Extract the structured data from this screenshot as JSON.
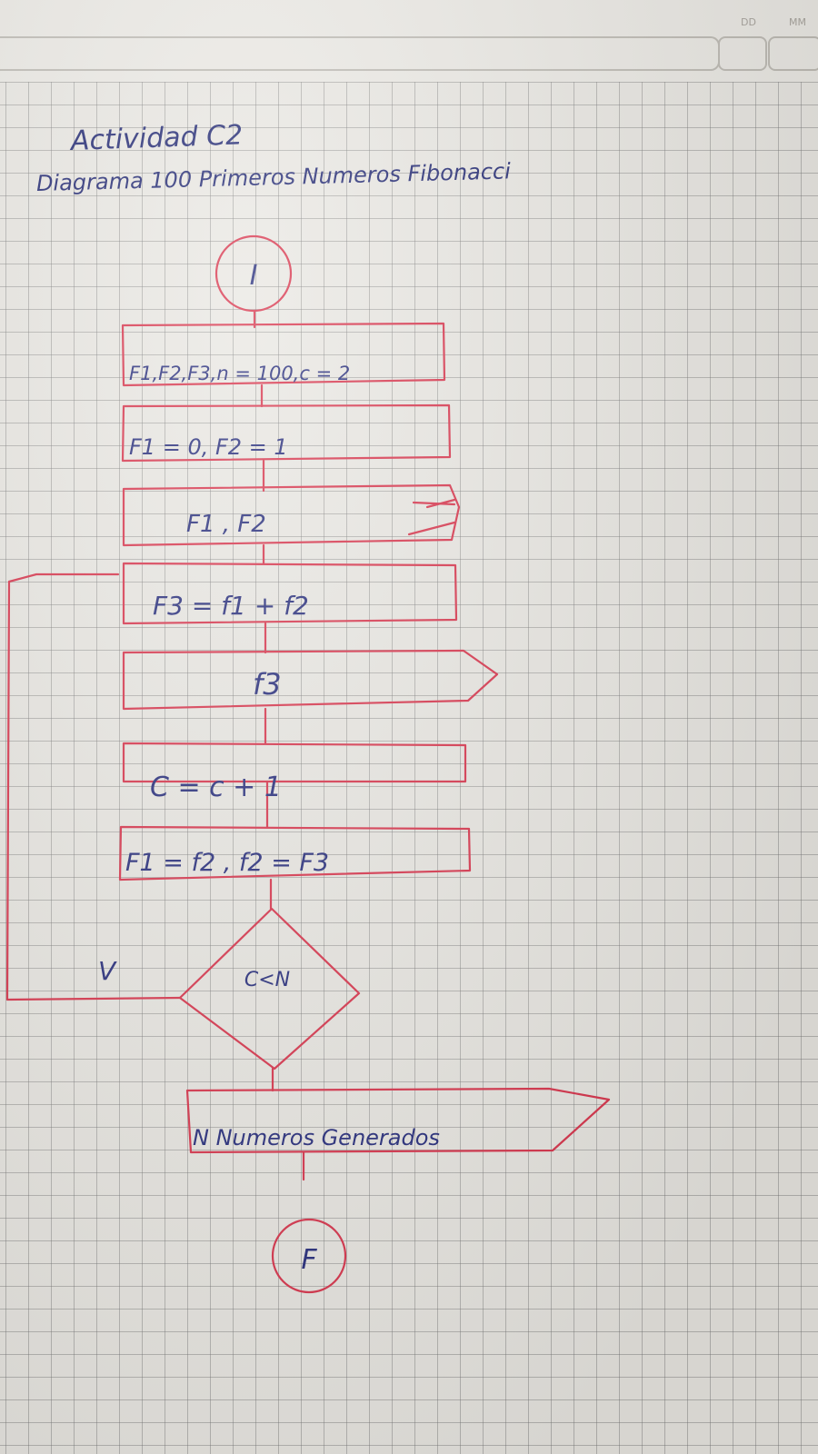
{
  "header": {
    "dd_label": "DD",
    "mm_label": "MM"
  },
  "title": {
    "line1": "Actividad C2",
    "line2": "Diagrama 100 Primeros Numeros Fibonacci"
  },
  "flowchart": {
    "start": "I",
    "declare": "F1,F2,F3,n = 100,c = 2",
    "init": "F1 = 0, F2 = 1",
    "output1": "F1 , F2",
    "sum": "F3 = f1 + f2",
    "output2": "f3",
    "counter": "C = c + 1",
    "shift": "F1 = f2 , f2 = F3",
    "decision": "C<N",
    "true_label": "V",
    "final_output": "N Numeros Generados",
    "end": "F"
  },
  "colors": {
    "ink_red": "#d8324a",
    "ink_blue": "#242a7a",
    "paper": "#e9e7e2",
    "grid": "#8a8a8a"
  }
}
